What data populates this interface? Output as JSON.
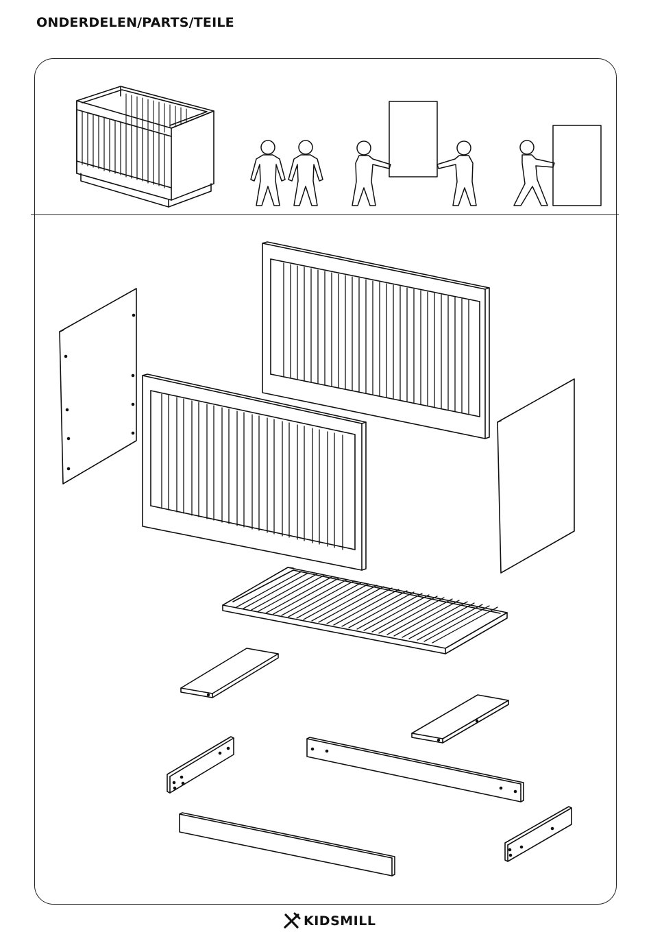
{
  "header": {
    "title": "ONDERDELEN/PARTS/TEILE"
  },
  "illustration": {
    "instruction": "two-persons-required",
    "parts": [
      "long-slatted-side-back",
      "long-slatted-side-front",
      "end-panel-left",
      "end-panel-right",
      "slatted-base",
      "shelf-board-left",
      "shelf-board-right",
      "short-rail-left",
      "long-rail-back",
      "long-rail-front",
      "short-rail-right"
    ]
  },
  "footer": {
    "brand": "KIDSMILL",
    "logo_icon": "crossed-tools-icon"
  }
}
